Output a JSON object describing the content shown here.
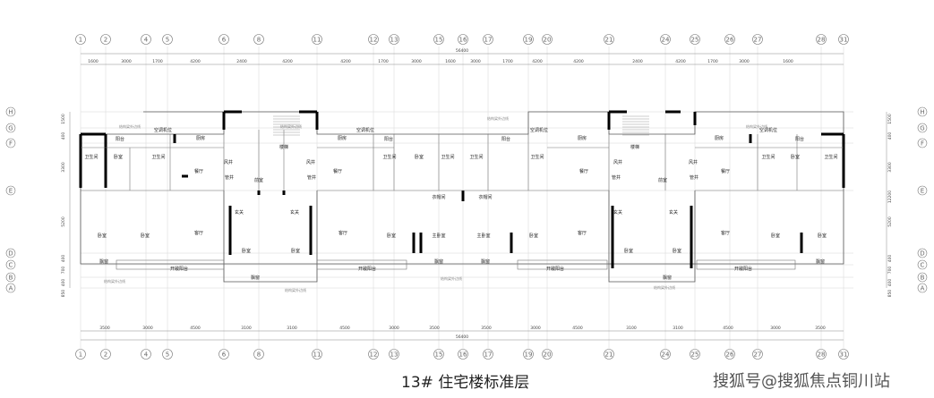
{
  "axes": {
    "numbers": [
      "1",
      "2",
      "4",
      "5",
      "6",
      "8",
      "11",
      "12",
      "13",
      "15",
      "16",
      "17",
      "19",
      "20",
      "21",
      "24",
      "25",
      "26",
      "27",
      "28",
      "31"
    ],
    "rows": [
      "H",
      "G",
      "F",
      "E",
      "D",
      "C",
      "B",
      "A"
    ]
  },
  "dims": {
    "total": "56400",
    "top": [
      "1600",
      "3000",
      "1700",
      "4200",
      "2400",
      "4200",
      "4200",
      "1700",
      "3000",
      "1600",
      "3000",
      "1700",
      "4200",
      "4200",
      "2400",
      "4200",
      "1700",
      "3000",
      "1600"
    ],
    "bottom": [
      "3500",
      "3000",
      "4500",
      "3100",
      "3100",
      "4500",
      "3000",
      "3500",
      "3500",
      "3000",
      "4500",
      "3100",
      "3100",
      "4500",
      "3000",
      "3500"
    ],
    "left": [
      "1500",
      "400",
      "3300",
      "5200",
      "400",
      "700",
      "400",
      "850"
    ],
    "right": [
      "1500",
      "400",
      "3300",
      "12200",
      "5200",
      "400",
      "700",
      "400",
      "850"
    ]
  },
  "rooms": {
    "kitchen": "厨房",
    "ac": "空调机位",
    "balcony": "阳台",
    "bath": "卫生间",
    "bedroom": "卧室",
    "dining": "餐厅",
    "living": "客厅",
    "master": "主卧室",
    "entry": "玄关",
    "cloak": "衣帽间",
    "bay": "飘窗",
    "openbalc": "开敞阳台",
    "shaft": "风井",
    "well": "管井",
    "hall": "前室",
    "stair": "楼梯"
  },
  "notes": {
    "structure": "结构梁外边线"
  },
  "caption": "13# 住宅楼标准层",
  "watermark": "搜狐号@搜狐焦点铜川站"
}
